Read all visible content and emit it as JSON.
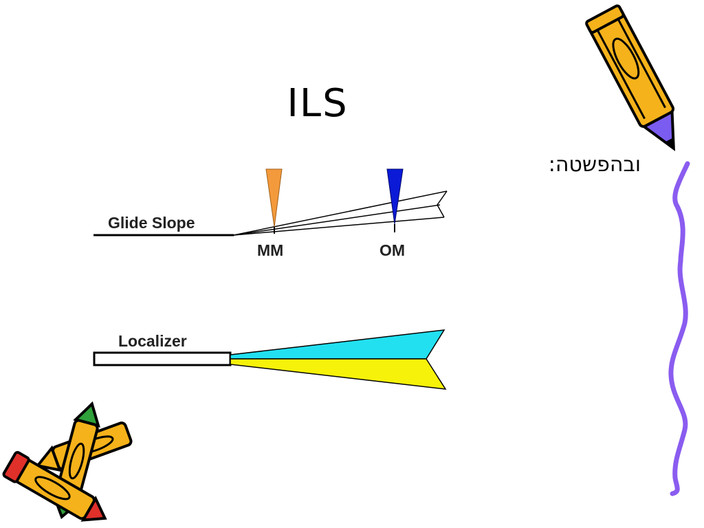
{
  "slide": {
    "title": "ILS",
    "subtitle": "ובהפשטה:"
  },
  "diagram": {
    "glide_slope": {
      "label": "Glide Slope",
      "markers": [
        {
          "label": "MM",
          "color": "#f39a3c"
        },
        {
          "label": "OM",
          "color": "#0a1ad6"
        }
      ]
    },
    "localizer": {
      "label": "Localizer",
      "colors": {
        "upper": "#22e0f0",
        "lower": "#f7f20a"
      }
    }
  },
  "decor": {
    "border_color": "#8a5cf0",
    "crayon_body_color": "#f5b21a",
    "crayon_tip_color": "#7b5cf0"
  }
}
